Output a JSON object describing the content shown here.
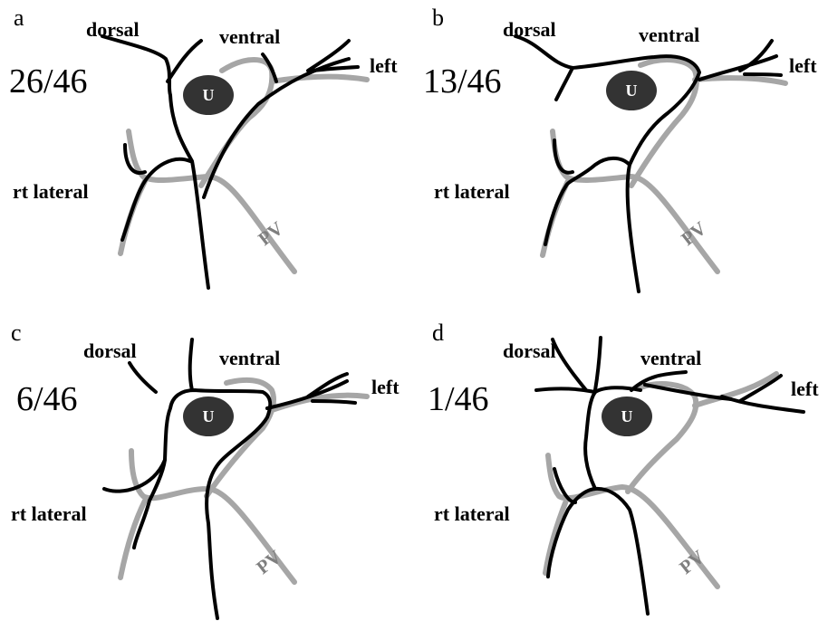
{
  "labels": {
    "dorsal": "dorsal",
    "ventral": "ventral",
    "left": "left",
    "rt_lateral": "rt lateral",
    "pv": "PV",
    "u": "U"
  },
  "panels": [
    {
      "letter": "a",
      "count": "26/46"
    },
    {
      "letter": "b",
      "count": "13/46"
    },
    {
      "letter": "c",
      "count": "6/46"
    },
    {
      "letter": "d",
      "count": "1/46"
    }
  ],
  "colors": {
    "portal_vein": "#a6a6a6",
    "bile_duct": "#000000",
    "umbilical_marker": "#333333"
  }
}
